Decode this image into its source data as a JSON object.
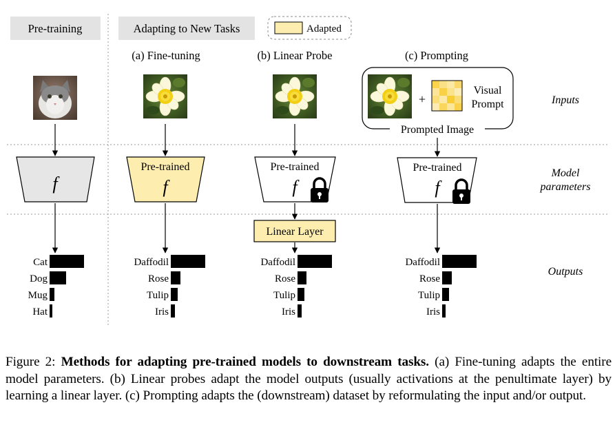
{
  "headers": {
    "pretraining": "Pre-training",
    "adapting": "Adapting to New Tasks",
    "legend_adapted": "Adapted"
  },
  "columns": {
    "a": "(a) Fine-tuning",
    "b": "(b) Linear Probe",
    "c": "(c) Prompting"
  },
  "rows": {
    "inputs": "Inputs",
    "model_line1": "Model",
    "model_line2": "parameters",
    "outputs": "Outputs"
  },
  "model": {
    "pretrained": "Pre-trained",
    "func": "f"
  },
  "prompt": {
    "plus": "+",
    "visual_line1": "Visual",
    "visual_line2": "Prompt",
    "prompted_image": "Prompted Image"
  },
  "linear_layer": "Linear Layer",
  "colors": {
    "adapted_fill": "#fdeeb0",
    "frozen_fill": "#e6e6e6",
    "header_fill": "#e3e3e3"
  },
  "outputs": {
    "pretraining": [
      {
        "label": "Cat",
        "value": 1.0
      },
      {
        "label": "Dog",
        "value": 0.48
      },
      {
        "label": "Mug",
        "value": 0.14
      },
      {
        "label": "Hat",
        "value": 0.08
      }
    ],
    "finetuning": [
      {
        "label": "Daffodil",
        "value": 1.0
      },
      {
        "label": "Rose",
        "value": 0.28
      },
      {
        "label": "Tulip",
        "value": 0.2
      },
      {
        "label": "Iris",
        "value": 0.12
      }
    ],
    "linearprobe": [
      {
        "label": "Daffodil",
        "value": 1.0
      },
      {
        "label": "Rose",
        "value": 0.26
      },
      {
        "label": "Tulip",
        "value": 0.2
      },
      {
        "label": "Iris",
        "value": 0.12
      }
    ],
    "prompting": [
      {
        "label": "Daffodil",
        "value": 1.0
      },
      {
        "label": "Rose",
        "value": 0.28
      },
      {
        "label": "Tulip",
        "value": 0.2
      },
      {
        "label": "Iris",
        "value": 0.1
      }
    ]
  },
  "caption": {
    "prefix": "Figure 2: ",
    "bold": "Methods for adapting pre-trained models to downstream tasks.",
    "rest": " (a) Fine-tuning adapts the entire model parameters. (b) Linear probes adapt the model outputs (usually activations at the penultimate layer) by learning a linear layer. (c) Prompting adapts the (downstream) dataset by reformulating the input and/or output."
  }
}
